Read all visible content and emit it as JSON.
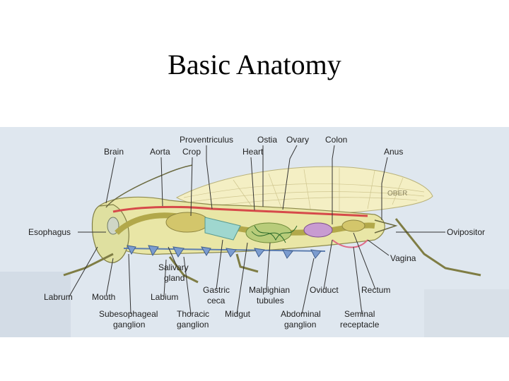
{
  "title": "Basic Anatomy",
  "watermark": "OBER",
  "labels": {
    "proventriculus": "Proventriculus",
    "ostia": "Ostia",
    "ovary": "Ovary",
    "colon": "Colon",
    "brain": "Brain",
    "aorta": "Aorta",
    "crop": "Crop",
    "heart": "Heart",
    "anus": "Anus",
    "esophagus": "Esophagus",
    "ovipositor": "Ovipositor",
    "vagina": "Vagina",
    "salivary_gland_1": "Salivary",
    "salivary_gland_2": "gland",
    "labrum": "Labrum",
    "mouth": "Mouth",
    "labium": "Labium",
    "gastric_ceca_1": "Gastric",
    "gastric_ceca_2": "ceca",
    "malpighian_1": "Malpighian",
    "malpighian_2": "tubules",
    "oviduct": "Oviduct",
    "rectum": "Rectum",
    "subesophageal_1": "Subesophageal",
    "subesophageal_2": "ganglion",
    "thoracic_1": "Thoracic",
    "thoracic_2": "ganglion",
    "midgut": "Midgut",
    "abdominal_1": "Abdominal",
    "abdominal_2": "ganglion",
    "seminal_1": "Seminal",
    "seminal_2": "receptacle"
  }
}
